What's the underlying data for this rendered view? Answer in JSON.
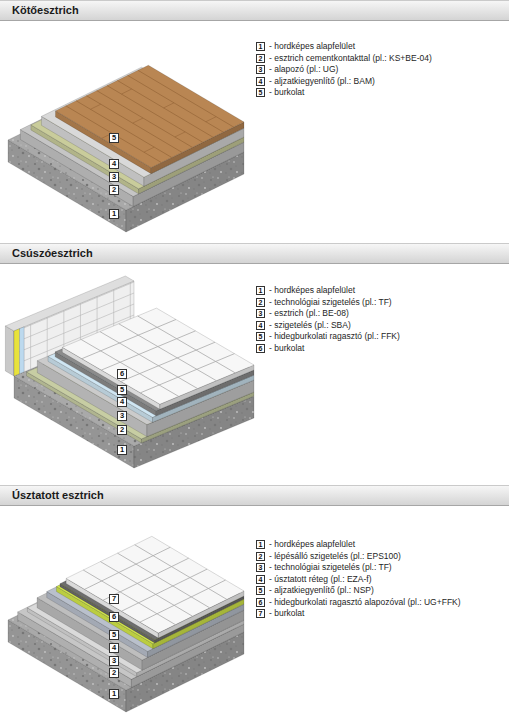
{
  "diagram": {
    "nodes": [
      {
        "text": [
          "Kötőesztrich"
        ]
      },
      {
        "text": [
          "Csúszóesztrich"
        ]
      },
      {
        "text": [
          "Úsztatott esztrich"
        ]
      }
    ],
    "labels": [
      "5",
      "4",
      "3",
      "2",
      "1",
      "1",
      "- hordképes alapfelület",
      "2",
      "- esztrich cementkontakttal (pl.: KS+BE-04)",
      "3",
      "- alapozó (pl.: UG)",
      "4",
      "- aljzatkiegyenlítő (pl.: BAM)",
      "5",
      "- burkolat",
      "6",
      "5",
      "4",
      "3",
      "2",
      "1",
      "1",
      "- hordképes alapfelület",
      "2",
      "- technológiai szigetelés (pl.: TF)",
      "3",
      "- esztrich (pl.: BE-08)",
      "4",
      "- szigetelés (pl.: SBA)",
      "5",
      "- hidegburkolati ragasztó (pl.: FFK)",
      "6",
      "- burkolat",
      "7",
      "6",
      "5",
      "4",
      "3",
      "2",
      "1",
      "1",
      "- hordképes alapfelület",
      "2",
      "- lépésálló szigetelés (pl.: EPS100)",
      "3",
      "- technológiai szigetelés (pl.: TF)",
      "4",
      "- úsztatott réteg (pl.: EZA-f)",
      "5",
      "- aljzatkiegyenlítő (pl.: NSP)",
      "6",
      "- hidegburkolati ragasztó alapozóval (pl.: UG+FFK)",
      "7",
      "- burkolat"
    ]
  }
}
